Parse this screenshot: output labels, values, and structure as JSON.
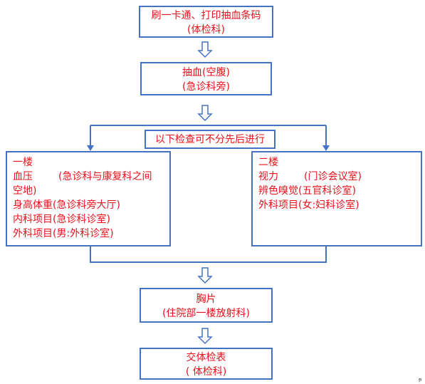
{
  "step1": {
    "line1": "刷一卡通、打印抽血条码",
    "line2": "(体检科)"
  },
  "step2": {
    "line1": "抽血(空腹)",
    "line2": "(急诊科旁)"
  },
  "split_label": "以下检查可不分先后进行",
  "floor1": {
    "title": "一楼",
    "items": [
      {
        "name": "血压",
        "location": "(急诊科与康复科之间"
      },
      {
        "name": "空地)",
        "location": ""
      },
      {
        "name": "身高体重",
        "location": "(急诊科旁大厅)"
      },
      {
        "name": "内科项目",
        "location": "(急诊科诊室)"
      },
      {
        "name": "外科项目",
        "location": "(男:外科诊室)"
      }
    ]
  },
  "floor2": {
    "title": "二楼",
    "items": [
      {
        "name": "视力",
        "location": "(门诊会议室)"
      },
      {
        "name": "辨色嗅觉",
        "location": "(五官科诊室)"
      },
      {
        "name": "外科项目",
        "location": "(女:妇科诊室)"
      }
    ]
  },
  "step3": {
    "line1": "胸片",
    "line2": "(住院部一楼放射科)"
  },
  "step4": {
    "line1": "交体检表",
    "line2": "( 体检科)"
  },
  "corner_mark": "ᵽ",
  "colors": {
    "border": "#4472c4",
    "text": "#e8101a",
    "arrow": "#4472c4"
  }
}
